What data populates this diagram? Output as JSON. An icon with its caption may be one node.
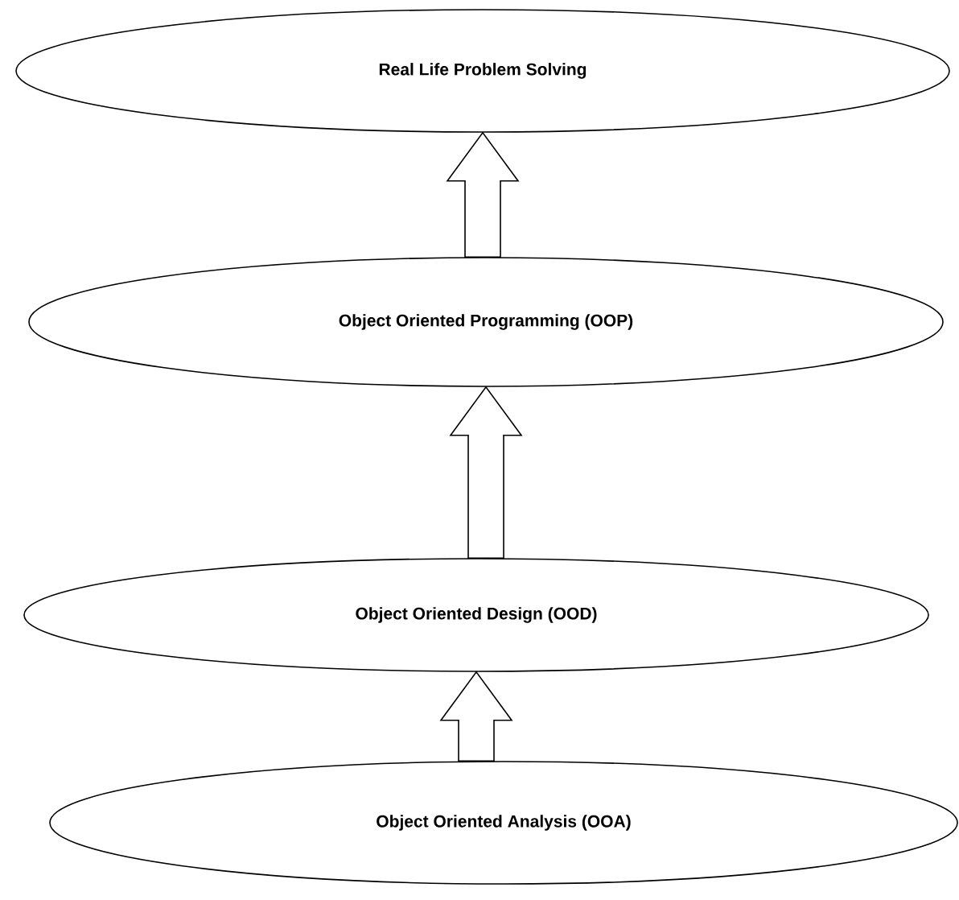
{
  "diagram": {
    "nodes": [
      {
        "text": [
          "Real Life Problem Solving"
        ]
      },
      {
        "text": [
          "Object Oriented Programming (OOP)"
        ]
      },
      {
        "text": [
          "Object Oriented Design (OOD)"
        ]
      },
      {
        "text": [
          "Object Oriented Analysis (OOA)"
        ]
      }
    ],
    "edges": [
      {
        "from": 1,
        "to": 0,
        "arrow": "to"
      },
      {
        "from": 2,
        "to": 1,
        "arrow": "to"
      },
      {
        "from": 3,
        "to": 2,
        "arrow": "to"
      }
    ]
  }
}
